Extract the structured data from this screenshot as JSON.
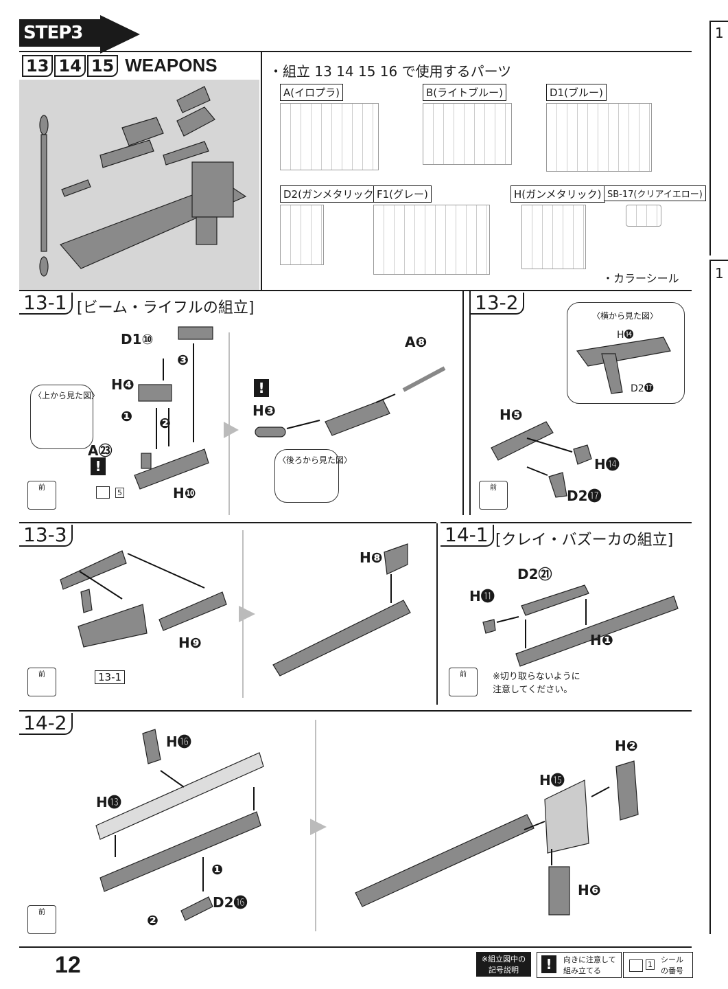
{
  "step": {
    "label": "STEP3",
    "numbers": [
      "13",
      "14",
      "15"
    ],
    "title": "WEAPONS"
  },
  "parts_list": {
    "heading": "・組立 13 14 15 16 で使用するパーツ",
    "runners": [
      {
        "code": "A",
        "name": "(イロプラ)"
      },
      {
        "code": "B",
        "name": "(ライトブルー)"
      },
      {
        "code": "D1",
        "name": "(ブルー)"
      },
      {
        "code": "D2",
        "name": "(ガンメタリック)"
      },
      {
        "code": "F1",
        "name": "(グレー)"
      },
      {
        "code": "H",
        "name": "(ガンメタリック)"
      },
      {
        "code": "SB-17",
        "name": "(クリアイエロー)"
      }
    ],
    "sticker_note": "・カラーシール"
  },
  "step13_1": {
    "number": "13-1",
    "title": "[ビーム・ライフルの組立]",
    "labels": {
      "d1": "D1⑩",
      "h4": "H❹",
      "a23": "A㉓",
      "h10": "H❿",
      "h3": "H❸",
      "a8": "A❽",
      "seal": "5"
    },
    "callout_top": "〈上から見た図〉",
    "callout_back": "〈後ろから見た図〉",
    "order": [
      "❶",
      "❷",
      "❸"
    ]
  },
  "step13_2": {
    "number": "13-2",
    "callout_side": "〈横から見た図〉",
    "labels": {
      "h14a": "H⓮",
      "d217a": "D2⓱",
      "h5": "H❺",
      "h14b": "H⓮",
      "d217b": "D2⓱"
    }
  },
  "step13_3": {
    "number": "13-3",
    "labels": {
      "h8": "H❽",
      "h9": "H❾",
      "ref": "13-1"
    }
  },
  "step14_1": {
    "number": "14-1",
    "title": "[クレイ・バズーカの組立]",
    "labels": {
      "d221": "D2㉑",
      "h11": "H⓫",
      "h1": "H❶"
    },
    "note": "※切り取らないように\n注意してください。"
  },
  "step14_2": {
    "number": "14-2",
    "labels": {
      "h16": "H⓰",
      "h13": "H⓭",
      "d216": "D2⓰",
      "h2": "H❷",
      "h15": "H⓯",
      "h6": "H❻"
    },
    "order": [
      "❶",
      "❷"
    ]
  },
  "front_label": "前",
  "page_number": "12",
  "legend": {
    "title": "※組立図中の\n記号説明",
    "warn_text": "向きに注意して\n組み立てる",
    "seal_num": "1",
    "seal_text": "シール\nの番号"
  },
  "side_tabs": [
    "1",
    "1"
  ]
}
